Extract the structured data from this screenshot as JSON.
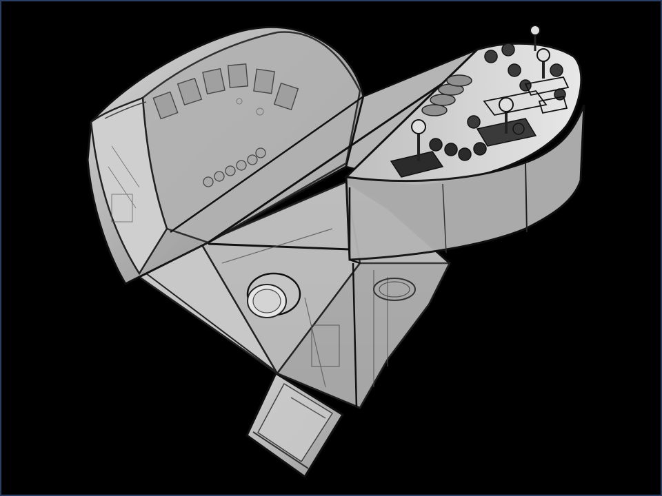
{
  "viewport": {
    "background": "#000000",
    "border_color": "#2a3f63",
    "render_style": "x-ray translucent shaded"
  },
  "model": {
    "kind": "3D CAD model",
    "parts": [
      {
        "name": "canopy-hood"
      },
      {
        "name": "console-body"
      },
      {
        "name": "control-panel"
      },
      {
        "name": "lower-leg"
      }
    ]
  }
}
